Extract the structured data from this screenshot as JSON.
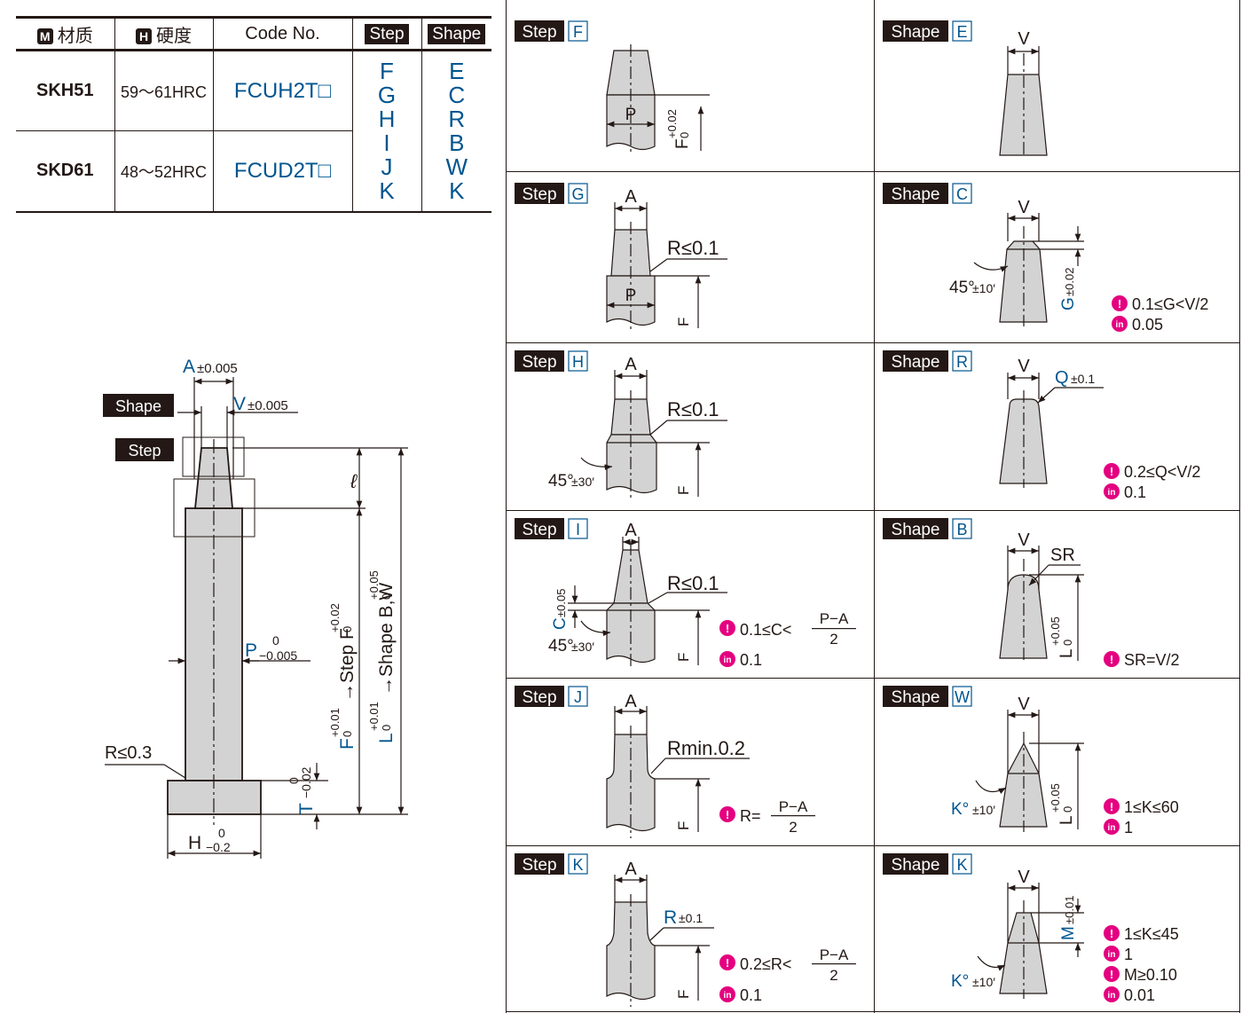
{
  "table": {
    "headers": {
      "material": "材质",
      "material_icon": "M",
      "hardness": "硬度",
      "hardness_icon": "H",
      "code": "Code No.",
      "step": "Step",
      "shape": "Shape"
    },
    "rows": [
      {
        "material": "SKH51",
        "hardness": "59～61HRC",
        "code": "FCUH2T□"
      },
      {
        "material": "SKD61",
        "hardness": "48～52HRC",
        "code": "FCUD2T□"
      }
    ],
    "step_options": [
      "F",
      "G",
      "H",
      "I",
      "J",
      "K"
    ],
    "shape_options": [
      "E",
      "C",
      "R",
      "B",
      "W",
      "K"
    ]
  },
  "main_drawing": {
    "shape_label": "Shape",
    "step_label": "Step",
    "a_label": "A",
    "a_tol": "±0.005",
    "v_label": "V",
    "v_tol": "±0.005",
    "p_label": "P",
    "p_tol_top": "0",
    "p_tol_bot": "−0.005",
    "r_note": "R≤0.3",
    "t_label": "T",
    "t_tol_top": "0",
    "t_tol_bot": "−0.02",
    "h_label": "H",
    "h_tol_top": "0",
    "h_tol_bot": "−0.2",
    "ell": "ℓ",
    "f_label": "F",
    "f_tol_top": "+0.01",
    "f_tol_bot": "0",
    "f_arrow": "→Step F",
    "f_arrow_tol_top": "+0.02",
    "f_arrow_tol_bot": "0",
    "l_label": "L",
    "l_tol_top": "+0.01",
    "l_tol_bot": "0",
    "l_arrow": "→Shape B,W",
    "l_arrow_tol_top": "+0.05",
    "l_arrow_tol_bot": "0"
  },
  "panels": {
    "step_F": {
      "badge": "Step",
      "letter": "F",
      "p": "P",
      "f": "F",
      "f_tol_top": "+0.02",
      "f_tol_bot": "0"
    },
    "step_G": {
      "badge": "Step",
      "letter": "G",
      "a": "A",
      "p": "P",
      "r": "R≤0.1",
      "f": "F"
    },
    "step_H": {
      "badge": "Step",
      "letter": "H",
      "a": "A",
      "r": "R≤0.1",
      "angle": "45°",
      "angle_tol": "±30′",
      "f": "F"
    },
    "step_I": {
      "badge": "Step",
      "letter": "I",
      "a": "A",
      "r": "R≤0.1",
      "c": "C",
      "c_tol": "±0.05",
      "angle": "45°",
      "angle_tol": "±30′",
      "f": "F",
      "cond_prefix": "0.1≤C<",
      "cond_num": "P−A",
      "cond_den": "2",
      "in": "0.1"
    },
    "step_J": {
      "badge": "Step",
      "letter": "J",
      "a": "A",
      "r": "Rmin.0.2",
      "f": "F",
      "cond_prefix": "R=",
      "cond_num": "P−A",
      "cond_den": "2"
    },
    "step_K": {
      "badge": "Step",
      "letter": "K",
      "a": "A",
      "r": "R",
      "r_tol": "±0.1",
      "f": "F",
      "cond_prefix": "0.2≤R<",
      "cond_num": "P−A",
      "cond_den": "2",
      "in": "0.1"
    },
    "shape_E": {
      "badge": "Shape",
      "letter": "E",
      "v": "V"
    },
    "shape_C": {
      "badge": "Shape",
      "letter": "C",
      "v": "V",
      "g": "G",
      "g_tol": "±0.02",
      "angle": "45°",
      "angle_tol": "±10′",
      "cond": "0.1≤G<V/2",
      "in": "0.05"
    },
    "shape_R": {
      "badge": "Shape",
      "letter": "R",
      "v": "V",
      "q": "Q",
      "q_tol": "±0.1",
      "cond": "0.2≤Q<V/2",
      "in": "0.1"
    },
    "shape_B": {
      "badge": "Shape",
      "letter": "B",
      "v": "V",
      "sr": "SR",
      "l": "L",
      "l_tol_top": "+0.05",
      "l_tol_bot": "0",
      "cond": "SR=V/2"
    },
    "shape_W": {
      "badge": "Shape",
      "letter": "W",
      "v": "V",
      "k": "K°",
      "k_tol": "±10′",
      "l": "L",
      "l_tol_top": "+0.05",
      "l_tol_bot": "0",
      "cond": "1≤K≤60",
      "in": "1"
    },
    "shape_K": {
      "badge": "Shape",
      "letter": "K",
      "v": "V",
      "k": "K°",
      "k_tol": "±10′",
      "m": "M",
      "m_tol": "±0.01",
      "cond": "1≤K≤45",
      "in": "1",
      "cond2": "M≥0.10",
      "in2": "0.01"
    }
  }
}
